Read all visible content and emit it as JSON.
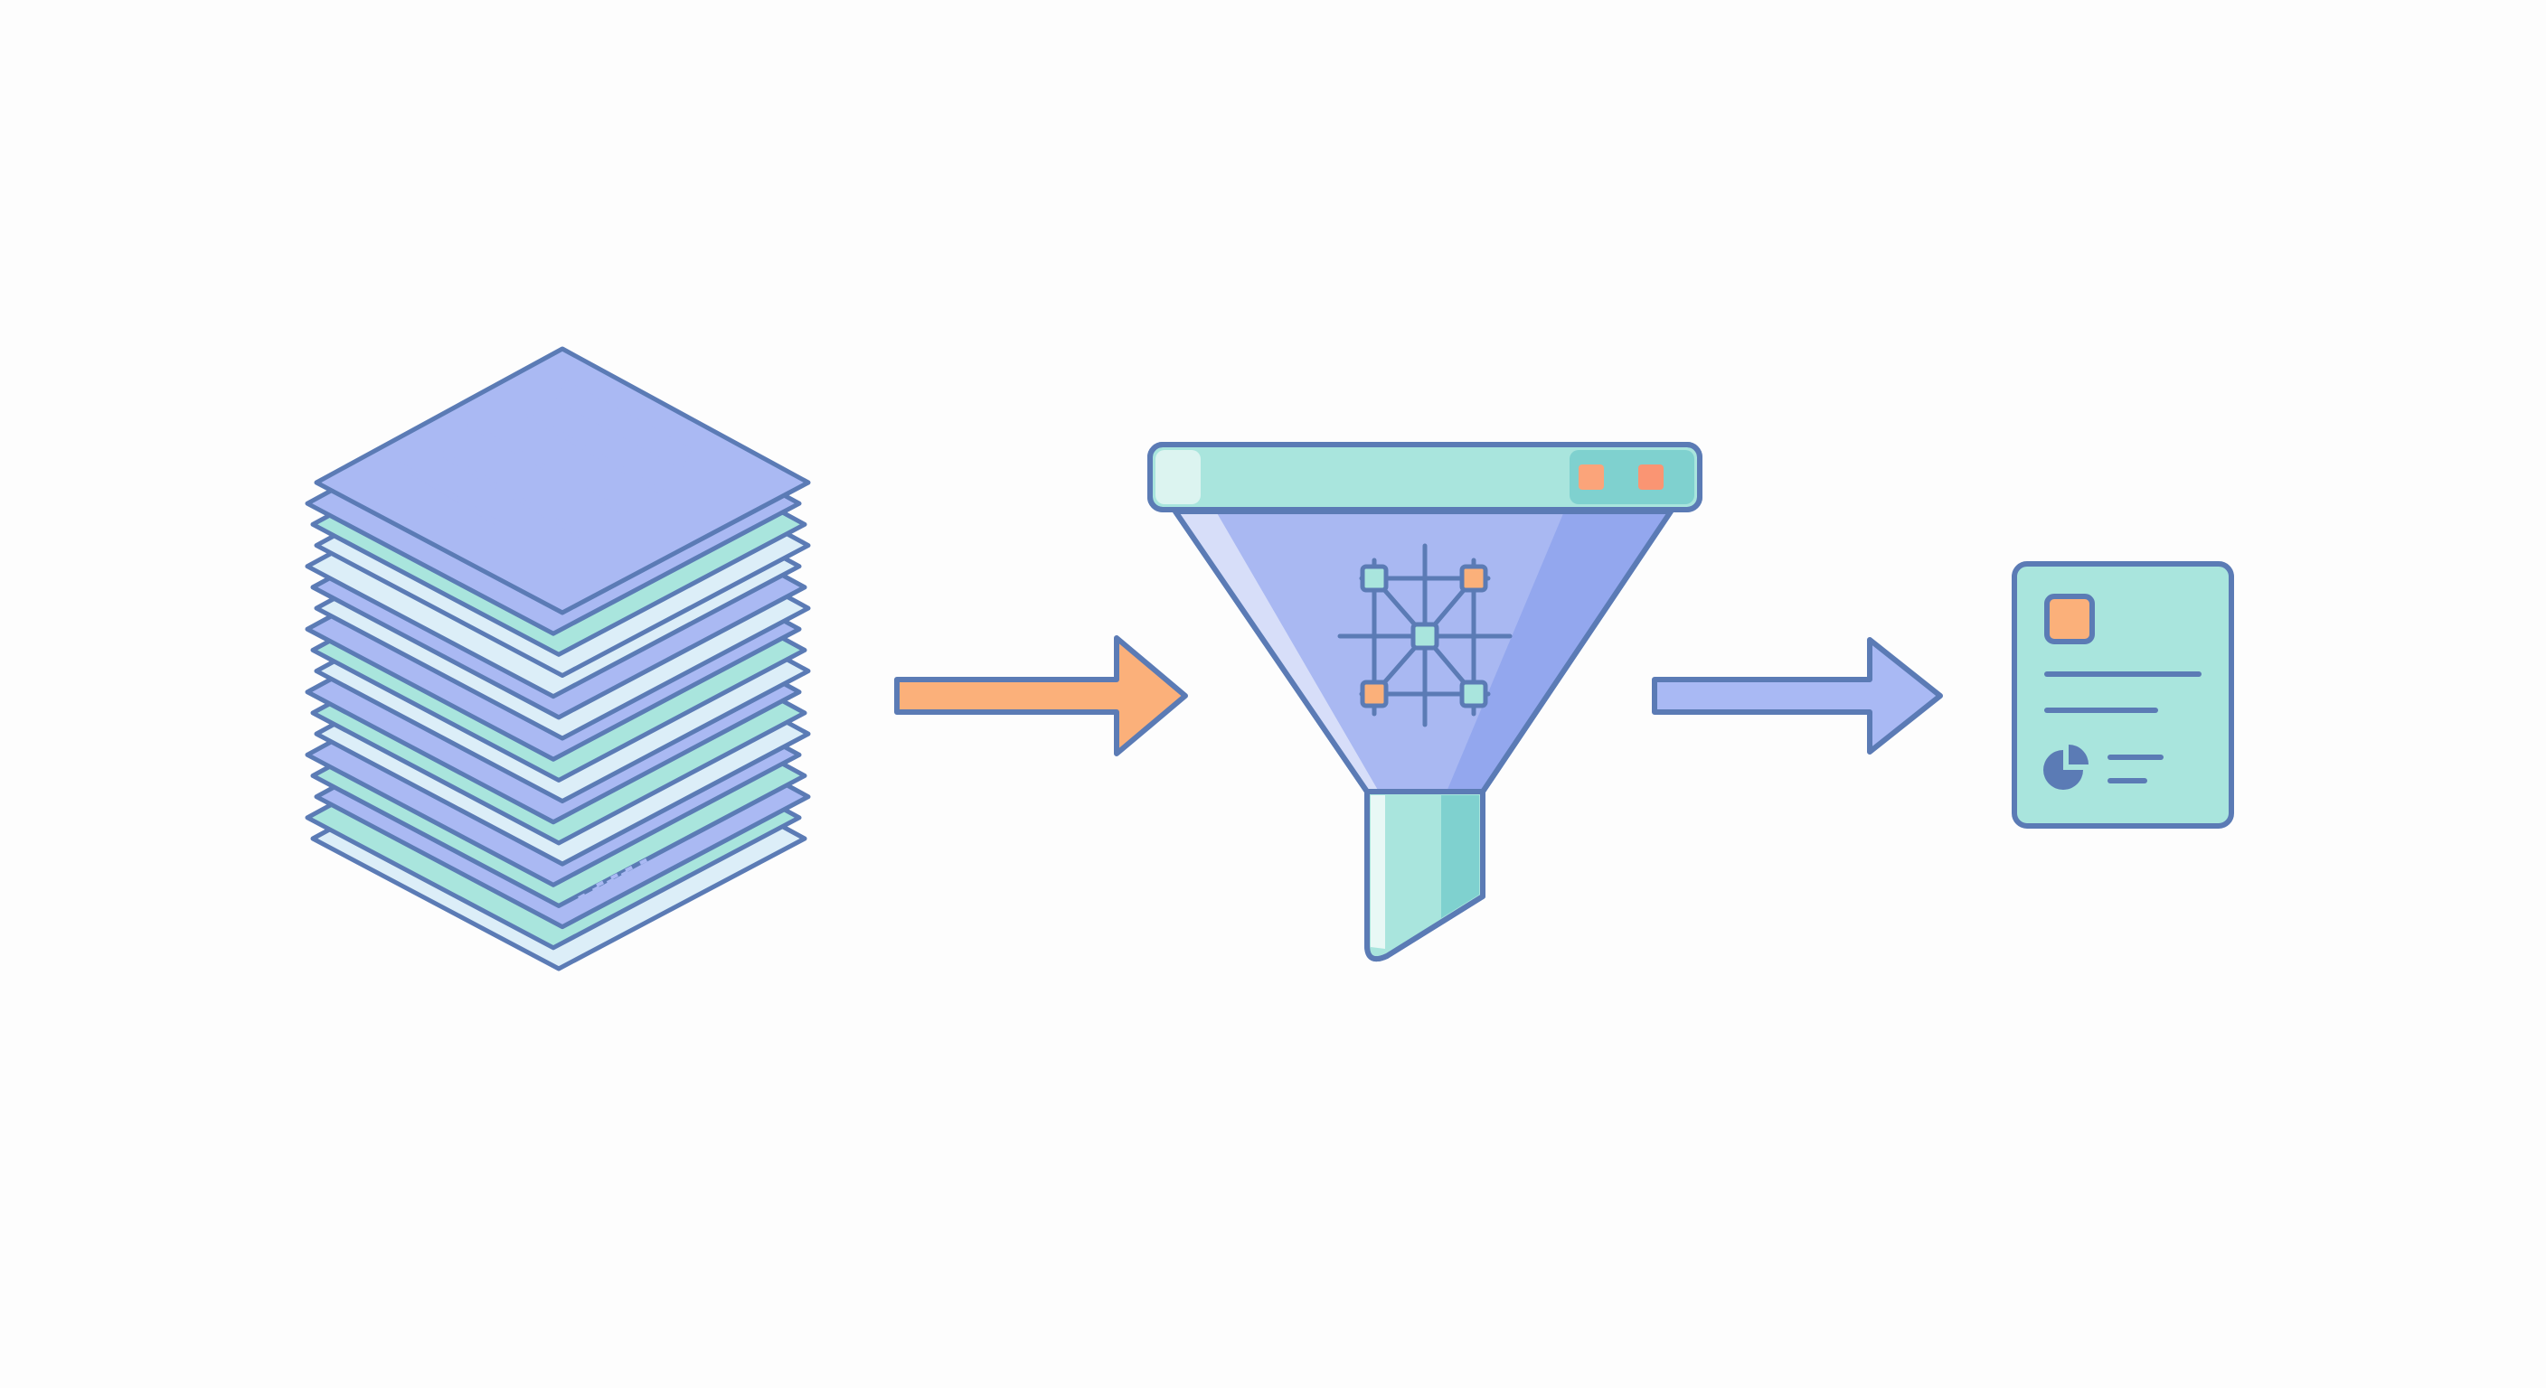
{
  "flow": {
    "stages": [
      {
        "id": "document-stack",
        "icon": "document-stack-icon",
        "layers": 18
      },
      {
        "id": "processing-funnel",
        "icon": "funnel-network-icon",
        "network_nodes": 5
      },
      {
        "id": "summary-card",
        "icon": "summary-report-icon"
      }
    ],
    "connectors": [
      {
        "from": "document-stack",
        "to": "processing-funnel",
        "color": "#fbb07a"
      },
      {
        "from": "processing-funnel",
        "to": "summary-card",
        "color": "#a9b9f4"
      }
    ]
  },
  "palette": {
    "outline": "#5b7bb5",
    "mint": "#a9e5dd",
    "pale_blue": "#dceef8",
    "periwinkle": "#aab9f3",
    "funnel_blue": "#a9b8f2",
    "orange": "#fbb07a",
    "teal": "#7fd1cf",
    "background": "#fdfdfd"
  }
}
